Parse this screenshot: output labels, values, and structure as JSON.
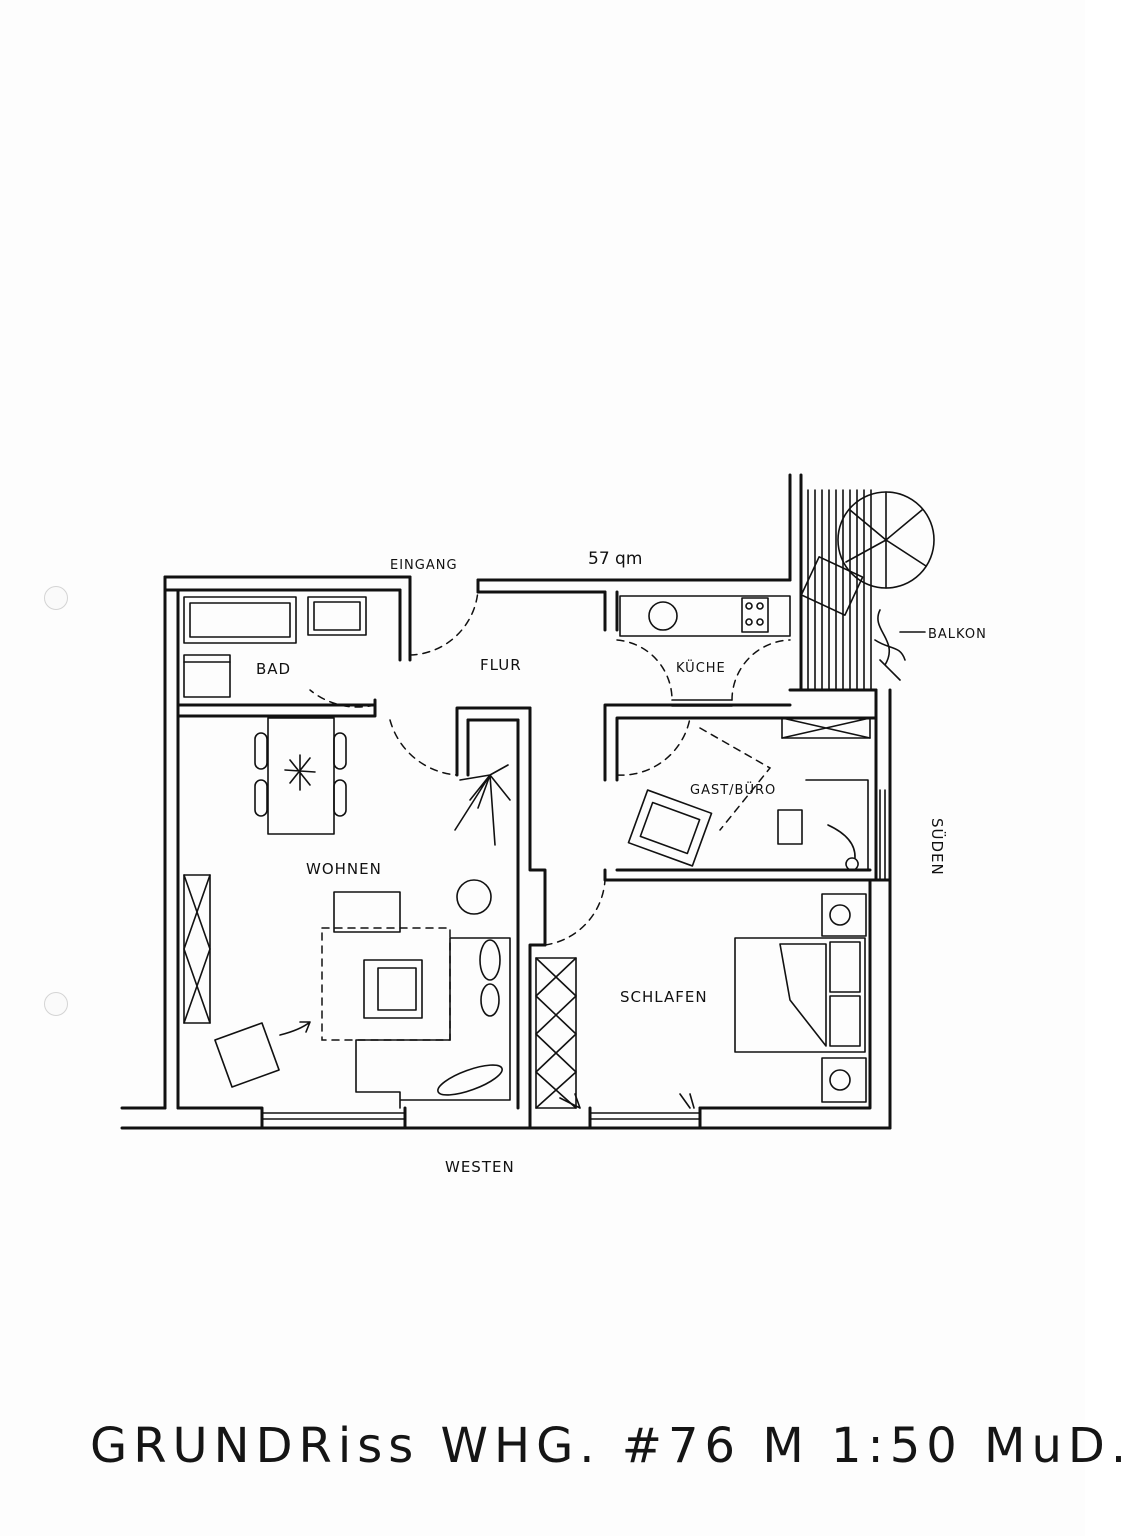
{
  "plan": {
    "area": "57 qm",
    "orientation_south": "SÜDEN",
    "orientation_west": "WESTEN",
    "rooms": {
      "entrance": "EINGANG",
      "hallway": "FLUR",
      "bathroom": "BAD",
      "kitchen": "KÜCHE",
      "balcony": "BALKON",
      "guest_office": "GAST/BÜRO",
      "living": "WOHNEN",
      "bedroom": "SCHLAFEN"
    }
  },
  "title": "GRUNDRiss WHG. #76 M 1:50 MuD."
}
